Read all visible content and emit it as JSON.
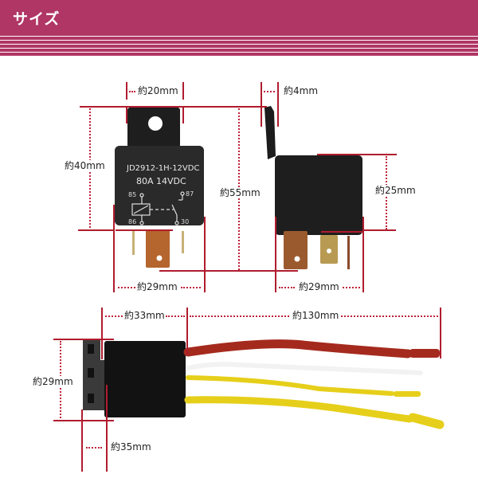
{
  "header": {
    "title": "サイズ",
    "background_color": "#b03665"
  },
  "relay": {
    "model": "JD2912-1H-12VDC",
    "rating": "80A  14VDC",
    "pins": {
      "p85": "85",
      "p86": "86",
      "p87": "87",
      "p30": "30"
    }
  },
  "dimensions": {
    "relay_front_width": "約20mm",
    "relay_tab_thickness": "約4mm",
    "relay_body_height": "約40mm",
    "relay_total_height": "約55mm",
    "relay_side_height": "約25mm",
    "relay_front_body_width": "約29mm",
    "relay_side_body_width": "約29mm",
    "socket_body_length": "約33mm",
    "wire_length": "約130mm",
    "socket_height": "約29mm",
    "socket_total_length": "約35mm"
  },
  "wires": [
    {
      "name": "red-wire",
      "color": "#a52a1e"
    },
    {
      "name": "white-wire",
      "color": "#f4f4f4"
    },
    {
      "name": "yellow-wire-1",
      "color": "#e8d21c"
    },
    {
      "name": "yellow-wire-2",
      "color": "#e8d21c"
    }
  ],
  "accent_color": "#b01c2e"
}
